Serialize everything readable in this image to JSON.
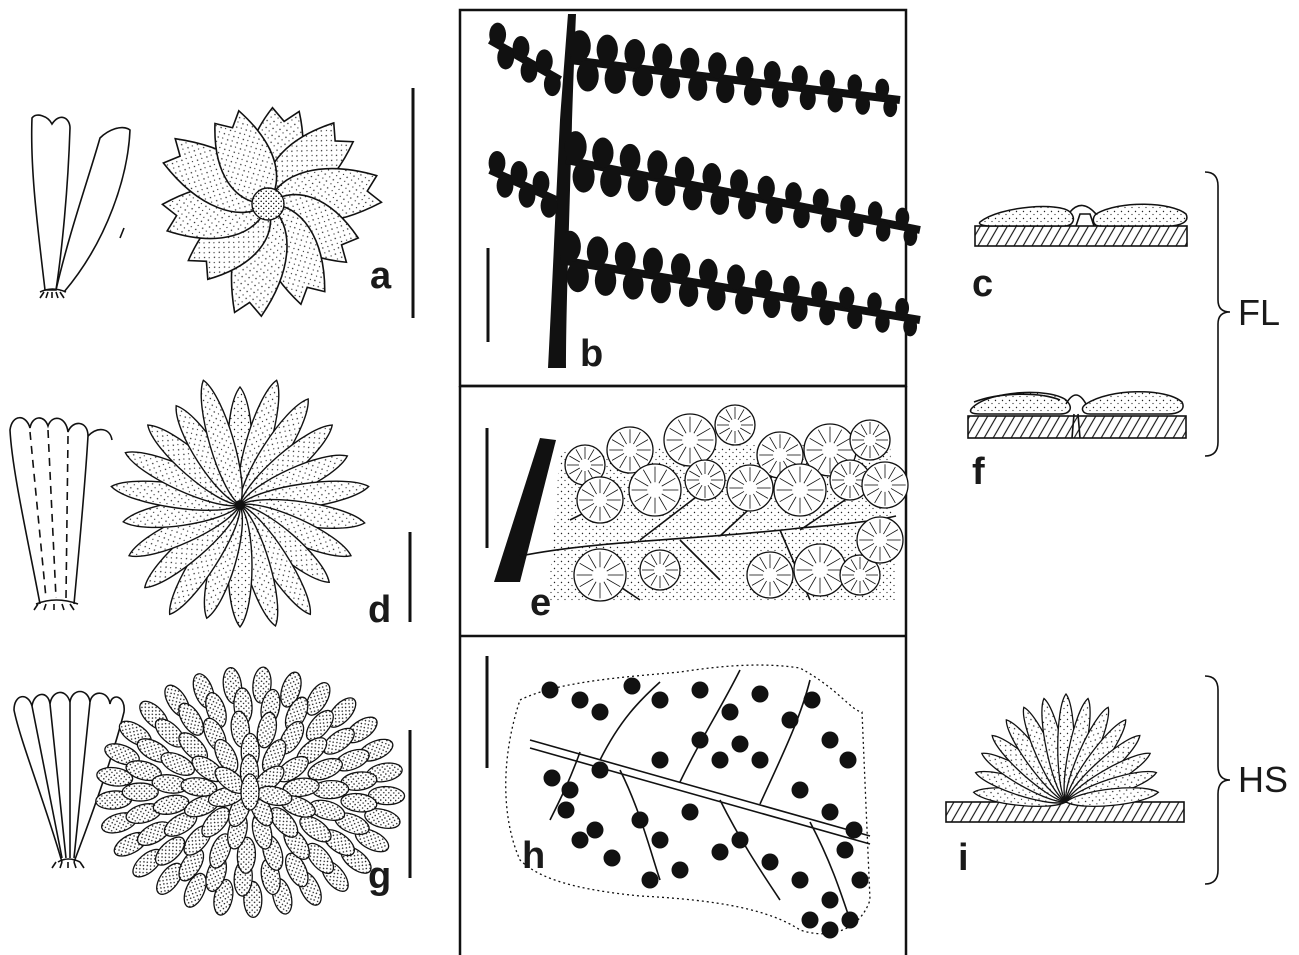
{
  "panels": {
    "a": "a",
    "b": "b",
    "c": "c",
    "d": "d",
    "e": "e",
    "f": "f",
    "g": "g",
    "h": "h",
    "i": "i"
  },
  "groups": {
    "fl": "FL",
    "hs": "HS"
  },
  "colors": {
    "ink": "#111111",
    "background": "#ffffff"
  },
  "icons": [
    "stellate-hair",
    "ray-hair",
    "peltate-scale",
    "hair-cross-section",
    "frond-silhouette",
    "sorus-detail",
    "vein-detail"
  ]
}
